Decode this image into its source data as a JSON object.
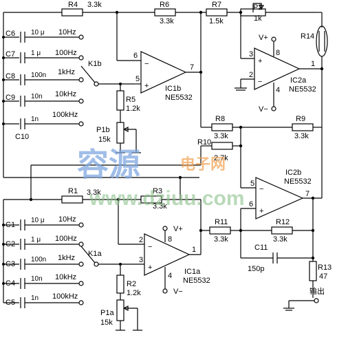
{
  "labels": {
    "r4": "R4",
    "r4v": "3.3k",
    "r6": "R6",
    "r6v": "3.3k",
    "r7": "R7",
    "r7v": "1.5k",
    "p2": "P2",
    "p2v": "1k",
    "r14": "R14",
    "c6": "C6",
    "c7": "C7",
    "c8": "C8",
    "c9": "C9",
    "c10": "C10",
    "c1": "C1",
    "c2": "C2",
    "c3": "C3",
    "c4": "C4",
    "c5": "C5",
    "cap_10u": "10 μ",
    "cap_1u": "1 μ",
    "cap_100n": "100n",
    "cap_10n": "10n",
    "cap_1n": "1n",
    "f10": "10Hz",
    "f100": "100Hz",
    "f1k": "1kHz",
    "f10k": "10kHz",
    "f100k": "100kHz",
    "k1b": "K1b",
    "k1a": "K1a",
    "pin6": "6",
    "pin5": "5",
    "pin7": "7",
    "ic1b": "IC1b",
    "ne5532": "NE5532",
    "r5": "R5",
    "r5v": "1.2k",
    "p1b": "P1b",
    "p1bv": "15k",
    "vplus": "V+",
    "vminus": "V−",
    "pin3": "3",
    "pin2": "2",
    "pin8": "8",
    "pin4": "4",
    "pin1": "1",
    "ic2a": "IC2a",
    "r8": "R8",
    "r8v": "3.3k",
    "r9": "R9",
    "r9v": "3.3k",
    "r10": "R10",
    "r10v": "2.7k",
    "ic2b": "IC2b",
    "r1": "R1",
    "r1v": "3.3k",
    "r3": "R3",
    "r3v": "3.3k",
    "r11": "R11",
    "r11v": "3.3k",
    "r12": "R12",
    "r12v": "3.3k",
    "c11": "C11",
    "c11v": "150p",
    "r13": "R13",
    "r13v": "47",
    "ic1a": "IC1a",
    "r2": "R2",
    "r2v": "1.2k",
    "p1a": "P1a",
    "p1av": "15k",
    "output": "输出"
  },
  "watermark": {
    "main": "容源",
    "sub": "电子网",
    "url": "www.dziuu.com"
  },
  "colors": {
    "ink": "#000000",
    "watermark_blue": "#7fa8e0",
    "watermark_orange": "#f0a050",
    "watermark_green": "#8cc08c"
  }
}
